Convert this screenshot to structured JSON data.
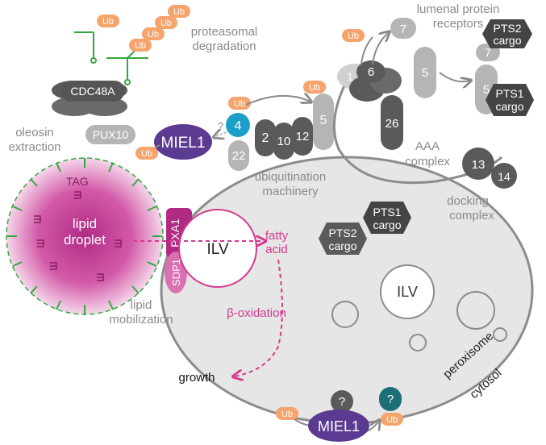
{
  "labels": {
    "ub": "Ub",
    "proteasomal_1": "proteasomal",
    "proteasomal_2": "degradation",
    "lumenal_1": "lumenal protein",
    "lumenal_2": "receptors",
    "pts2_cargo_1": "PTS2",
    "pts1_cargo_1": "PTS1",
    "cargo": "cargo",
    "cdc48a": "CDC48A",
    "pux10": "PUX10",
    "oleosin_1": "oleosin",
    "oleosin_2": "extraction",
    "miel1": "MIEL1",
    "question": "?",
    "pex4": "4",
    "pex22": "22",
    "pex2": "2",
    "pex10": "10",
    "pex12": "12",
    "pex5": "5",
    "pex7": "7",
    "pex1": "1",
    "pex6": "6",
    "pex26": "26",
    "pex13": "13",
    "pex14": "14",
    "ubiquitination_1": "ubiquitination",
    "ubiquitination_2": "machinery",
    "aaa_1": "AAA",
    "aaa_2": "complex",
    "docking_1": "docking",
    "docking_2": "complex",
    "tag": "TAG",
    "lipid_droplet_1": "lipid",
    "lipid_droplet_2": "droplet",
    "pxa1": "PXA1",
    "sdp1": "SDP1",
    "ilv": "ILV",
    "fatty_1": "fatty",
    "fatty_2": "acid",
    "beta_oxidation": "β-oxidation",
    "lipid_mob_1": "lipid",
    "lipid_mob_2": "mobilization",
    "growth": "growth",
    "peroxisome": "peroxisome",
    "cytosol": "cytosol"
  },
  "colors": {
    "ub_orange": "#f4a46c",
    "dark_grey": "#5a5a5a",
    "mid_grey": "#7d7d7d",
    "light_grey": "#b5b5b5",
    "membrane_fill": "#e6e6e6",
    "miel1_purple": "#5b3a91",
    "pex4_blue": "#1aa0c8",
    "teal": "#1e6e78",
    "magenta": "#b12b84",
    "pink_path": "#d4398e",
    "oleosin_green": "#33a83f"
  }
}
